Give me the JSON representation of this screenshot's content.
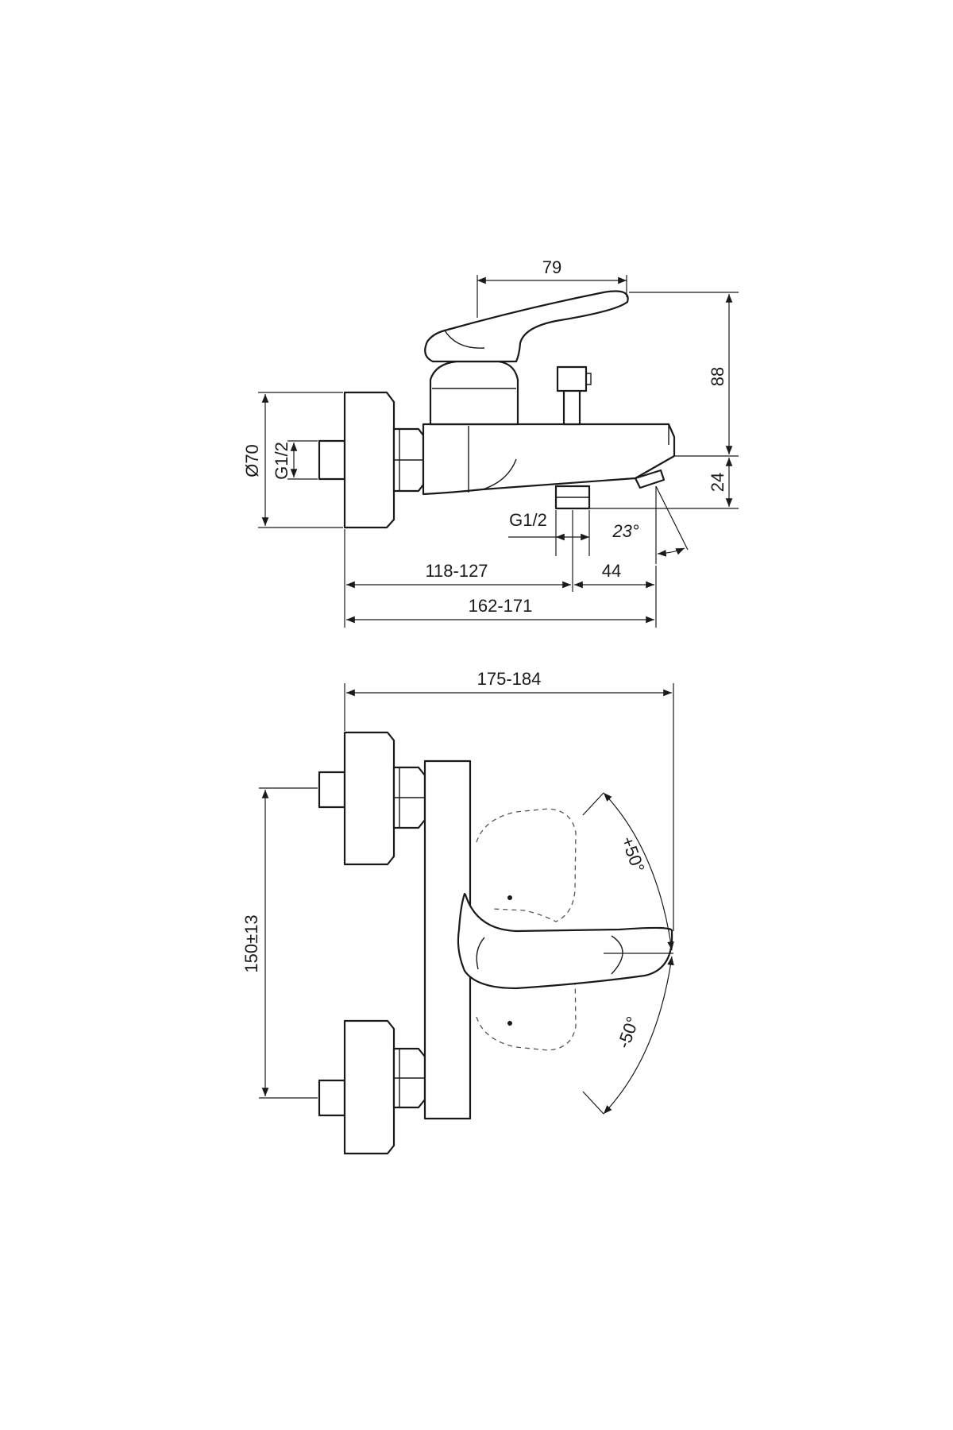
{
  "side_view": {
    "labels": {
      "lever_width": "79",
      "total_height": "88",
      "spout_drop": "24",
      "rosette_diameter": "Ø70",
      "inlet_thread": "G1/2",
      "outlet_thread": "G1/2",
      "spout_angle": "23°",
      "wall_to_outlet": "118-127",
      "outlet_to_spout": "44",
      "wall_to_spout": "162-171"
    }
  },
  "top_view": {
    "labels": {
      "total_depth": "175-184",
      "centre_distance": "150±13",
      "rotation_plus": "+50°",
      "rotation_minus": "-50°"
    }
  },
  "colors": {
    "line": "#1a1a1a",
    "background": "#ffffff"
  }
}
